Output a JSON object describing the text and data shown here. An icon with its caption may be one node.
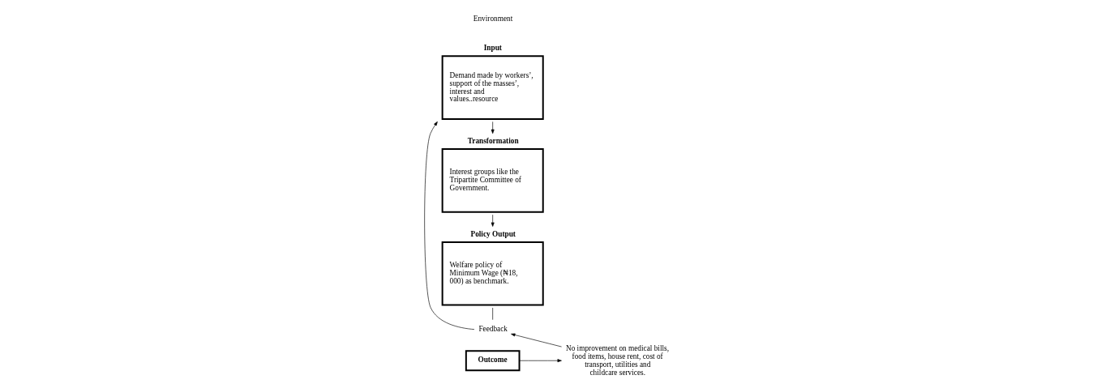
{
  "diagram": {
    "nodes": [
      {
        "text": [
          "Input",
          "Demand made by workers’, support of the masses’, interest and values..resource"
        ]
      },
      {
        "text": [
          "Transformation",
          "Interest groups like the Tripartite Committee of Government."
        ]
      },
      {
        "text": [
          "Policy Output",
          "Welfare policy of Minimum Wage (₦18, 000) as benchmark."
        ]
      },
      {
        "text": [
          "Outcome"
        ]
      },
      {
        "text": [
          "No improvement on medical bills, food items, house rent, cost of transport, utilities and childcare services."
        ]
      },
      {
        "text": [
          "Feedback"
        ]
      }
    ],
    "edges": [
      {
        "from": 0,
        "to": 1,
        "arrow": "to"
      },
      {
        "from": 1,
        "to": 2,
        "arrow": "to"
      },
      {
        "from": 3,
        "to": 4,
        "arrow": "to"
      },
      {
        "from": 2,
        "to": 5,
        "arrow": "none"
      },
      {
        "from": 5,
        "to": 0,
        "arrow": "to"
      },
      {
        "from": 4,
        "to": 5,
        "arrow": "to"
      }
    ],
    "labels": [
      "Environment"
    ]
  }
}
